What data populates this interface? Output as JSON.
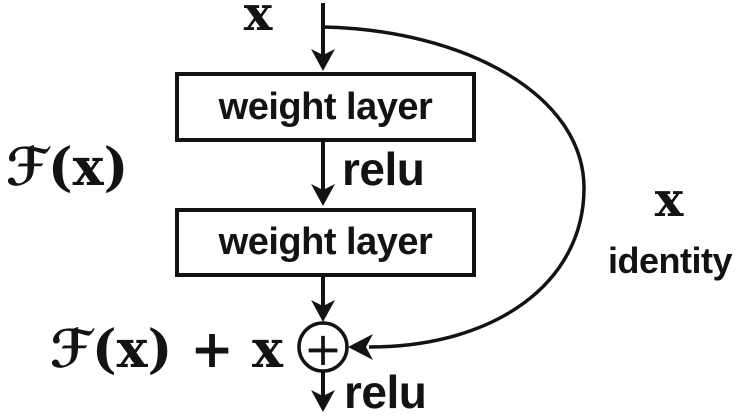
{
  "figure": {
    "kind": "residual-block-diagram",
    "input_label": "x",
    "boxes": [
      {
        "label": "weight layer"
      },
      {
        "label": "weight layer"
      }
    ],
    "relu_between_label": "relu",
    "relu_output_label": "relu",
    "function_label": "ℱ(x)",
    "output_label": "ℱ(x) + x",
    "operator": "+",
    "shortcut": {
      "x_label": "x",
      "name_label": "identity"
    },
    "colors": {
      "ink": "#131313",
      "background": "#ffffff"
    }
  }
}
